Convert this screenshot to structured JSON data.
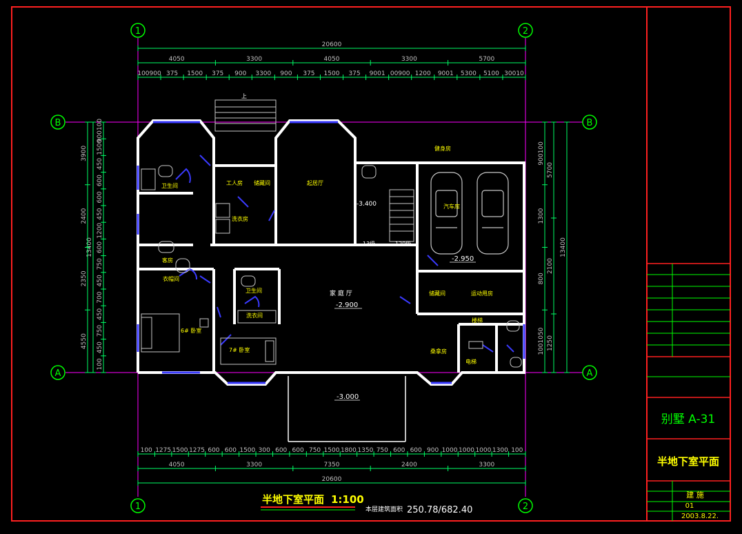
{
  "colors": {
    "background": "#000000",
    "frame": "#ff2020",
    "dim": "#00ff66",
    "axis": "#00ff00",
    "grid_axis": "#ff00ff",
    "wall": "#ffffff",
    "window": "#3a3aff",
    "furniture": "#c8c8c8",
    "label": "#ffff00",
    "door": "#3a3aff"
  },
  "axes": {
    "vertical": [
      "1",
      "2"
    ],
    "horizontal": [
      "B",
      "A"
    ]
  },
  "dims_top": {
    "overall": "20600",
    "tier2": [
      "4050",
      "3300",
      "4050",
      "3300",
      "5700"
    ],
    "tier3": [
      "100900",
      "375",
      "1500",
      "375",
      "900",
      "3300",
      "900",
      "375",
      "1500",
      "375",
      "9001",
      "00900",
      "1200",
      "9001",
      "5300",
      "5100",
      "30010"
    ]
  },
  "dims_bottom": {
    "overall": "20600",
    "tier2": [
      "4050",
      "3300",
      "7350",
      "2400",
      "3300"
    ],
    "tier1": [
      "100",
      "1275",
      "1500",
      "1275",
      "600",
      "600",
      "1500",
      "300",
      "600",
      "600",
      "750",
      "1500",
      "1800",
      "1350",
      "750",
      "600",
      "600",
      "900",
      "1000",
      "1000",
      "1000",
      "1300",
      "100"
    ]
  },
  "dims_left": {
    "overall": "13400",
    "tier2": [
      "3900",
      "2400",
      "2350",
      "4550"
    ],
    "tier3": [
      "900100",
      "1500",
      "450",
      "600",
      "600",
      "450",
      "1200",
      "600",
      "750",
      "450",
      "700",
      "450",
      "750",
      "450",
      "100"
    ]
  },
  "dims_right": {
    "overall": "13400",
    "tier2": [
      "5700",
      "2100",
      "1250"
    ],
    "tier3": [
      "900100",
      "1300",
      "800",
      "1001050"
    ]
  },
  "rooms": [
    {
      "id": "bathroom-1",
      "label": "卫生间"
    },
    {
      "id": "workers-room",
      "label": "工人房"
    },
    {
      "id": "storage-room",
      "label": "储藏间"
    },
    {
      "id": "laundry-room",
      "label": "洗衣房"
    },
    {
      "id": "living",
      "label": "起居厅"
    },
    {
      "id": "fitness",
      "label": "健身房"
    },
    {
      "id": "guest-room",
      "label": "客房"
    },
    {
      "id": "garage",
      "label": "汽车库"
    },
    {
      "id": "storage-2",
      "label": "储藏间"
    },
    {
      "id": "bedroom-6",
      "label": "6# 卧室"
    },
    {
      "id": "bedroom-7",
      "label": "7# 卧室"
    },
    {
      "id": "bathroom-2",
      "label": "卫生间"
    },
    {
      "id": "laundry-2",
      "label": "洗衣间"
    },
    {
      "id": "closet",
      "label": "衣帽间"
    },
    {
      "id": "sports",
      "label": "运动用房"
    },
    {
      "id": "stair",
      "label": "楼梯"
    },
    {
      "id": "elevator",
      "label": "电梯"
    }
  ],
  "elevations": {
    "hall": "-2.900",
    "garage": "-2.950",
    "lightwell": "-3.000",
    "stair": "-3.400"
  },
  "misc_text": {
    "up_label": "上",
    "count_13": "13级",
    "count_120": "120级",
    "hall_word": "家 庭 厅"
  },
  "title_block": {
    "project": "别墅 A-31",
    "drawing_name": "半地下室平面",
    "discipline": "建 施",
    "sheet_no": "01",
    "date": "2003.8.22."
  },
  "drawing_title": {
    "name": "半地下室平面",
    "scale": "1:100",
    "area_label": "本层建筑面积",
    "area_value": "250.78/682.40"
  }
}
